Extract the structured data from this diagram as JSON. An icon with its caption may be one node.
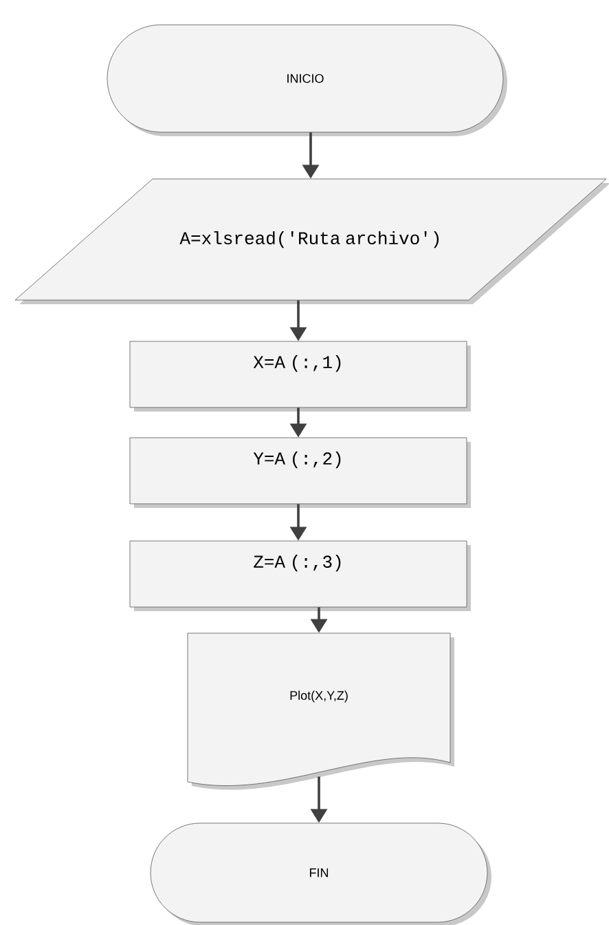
{
  "diagram": {
    "nodes": [
      {
        "text": [
          "INICIO"
        ]
      },
      {
        "text": [
          "A=xlsread('Ruta archivo')"
        ]
      },
      {
        "text": [
          "X=A (:,1)"
        ]
      },
      {
        "text": [
          "Y=A (:,2)"
        ]
      },
      {
        "text": [
          "Z=A (:,3)"
        ]
      },
      {
        "text": [
          "Plot(X,Y,Z)"
        ]
      },
      {
        "text": [
          "FIN"
        ]
      }
    ],
    "edges": [
      {
        "from": 0,
        "to": 1,
        "arrow": "to"
      },
      {
        "from": 1,
        "to": 2,
        "arrow": "to"
      },
      {
        "from": 2,
        "to": 3,
        "arrow": "to"
      },
      {
        "from": 3,
        "to": 4,
        "arrow": "to"
      },
      {
        "from": 4,
        "to": 5,
        "arrow": "to"
      },
      {
        "from": 5,
        "to": 6,
        "arrow": "to"
      }
    ]
  }
}
